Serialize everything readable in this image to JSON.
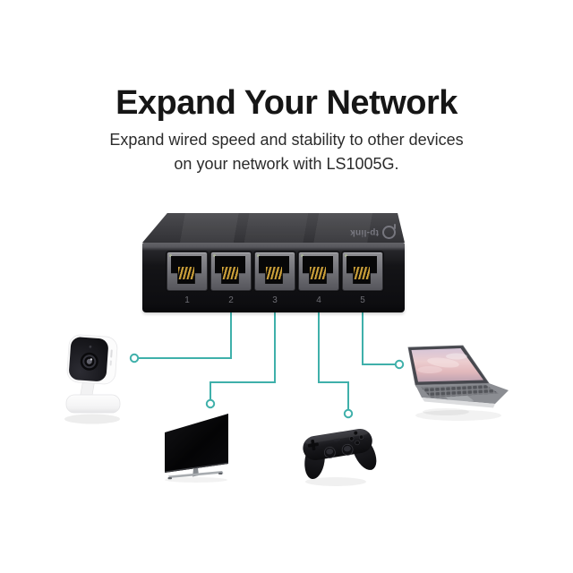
{
  "header": {
    "title": "Expand Your Network",
    "subtitle": "Expand wired speed and stability to other devices\non your network with LS1005G."
  },
  "switch": {
    "brand": "tp-link",
    "port_labels": [
      "1",
      "2",
      "3",
      "4",
      "5"
    ]
  },
  "devices": {
    "icons": [
      "security-camera-icon",
      "tv-icon",
      "game-controller-icon",
      "laptop-icon"
    ],
    "connected_ports": [
      "2",
      "3",
      "4",
      "5"
    ]
  },
  "colors": {
    "accent_teal": "#3fb0aa",
    "title_text": "#161616",
    "switch_body": "#141417"
  }
}
